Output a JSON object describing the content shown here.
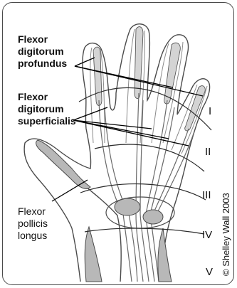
{
  "labels": {
    "fdp_line1": "Flexor",
    "fdp_line2": "digitorum",
    "fdp_line3": "profundus",
    "fds_line1": "Flexor",
    "fds_line2": "digitorum",
    "fds_line3": "superficialis",
    "fpl_line1": "Flexor",
    "fpl_line2": "pollicis",
    "fpl_line3": "longus"
  },
  "zones": [
    "I",
    "II",
    "III",
    "IV",
    "V"
  ],
  "credit": "© Shelley Wall 2003",
  "colors": {
    "outline": "#4a4a4a",
    "tendon_fill": "#b8b8b8",
    "tendon_light": "#d4d4d4",
    "leader": "#000000"
  }
}
